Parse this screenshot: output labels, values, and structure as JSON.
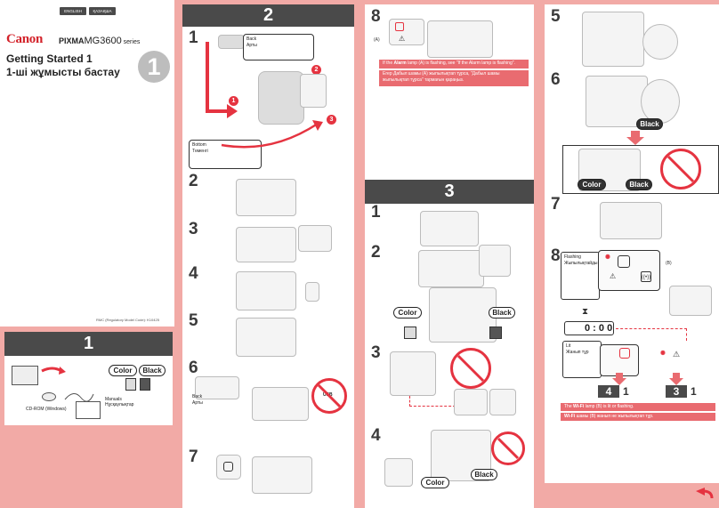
{
  "lang": {
    "english": "ENGLISH",
    "kazakh": "ҚАЗАҚША"
  },
  "brand": {
    "canon": "Canon",
    "pixma": "PIXMA",
    "model": "MG3600",
    "series": " series"
  },
  "title": {
    "en": "Getting Started 1",
    "kk": "1-ші жұмысты бастау",
    "badge": "1"
  },
  "rmc": "RMC (Regulatory Model Code): K10425",
  "section1": {
    "header": "1",
    "color": "Color",
    "black": "Black",
    "cdrom": "CD-ROM (Windows)",
    "manuals": "Manuals\nНұсқаулықтар"
  },
  "section2": {
    "header": "2",
    "steps": [
      "1",
      "2",
      "3",
      "4",
      "5",
      "6",
      "7"
    ],
    "back_label": "Back\nАрты",
    "bottom_label": "Bottom\nТөменгі",
    "back_label_6": "Back\nАрты",
    "num1": "1",
    "num2": "2",
    "num3": "3",
    "usb": "USB"
  },
  "col3": {
    "step8": "8",
    "a_label": "(A)",
    "alarm_en_pre": "If the ",
    "alarm_en_b1": "Alarm",
    "alarm_en_post": " lamp (A) is flashing, see \"If the Alarm lamp is flashing\".",
    "alarm_kk": "Егер Дабыл шамы (A) жыпылықтап тұрса, \"Дабыл шамы жыпылықтап тұрса\" тармағын қараңыз.",
    "section3_header": "3",
    "steps": [
      "1",
      "2",
      "3",
      "4"
    ],
    "color": "Color",
    "black": "Black",
    "color2": "Color",
    "black2": "Black"
  },
  "col4": {
    "steps": [
      "5",
      "6",
      "7",
      "8"
    ],
    "black6": "Black",
    "color_b": "Color",
    "black_b": "Black",
    "flashing": "Flashing\nЖыпылықтайды",
    "b_label": "(B)",
    "timer": "0 : 0 0",
    "lit": "Lit\nЖанып тұр",
    "next4": "4",
    "next4_1": "1",
    "next3": "3",
    "next3_1": "1",
    "wifi_en_b": "Wi-Fi",
    "wifi_en_post": " lamp (B) is lit or flashing.",
    "wifi_kk_b": "Wi-Fi",
    "wifi_kk_post": " шамы (B) жанып не жыпылықтап тұр."
  }
}
